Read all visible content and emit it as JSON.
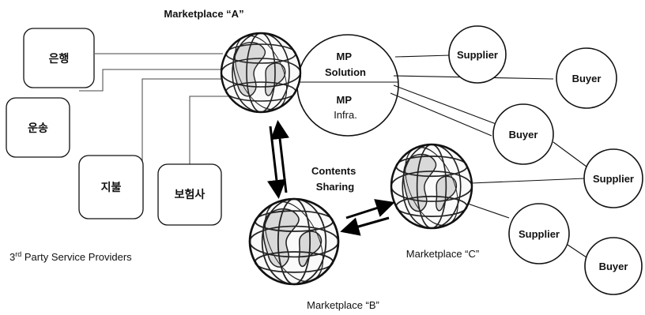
{
  "marketplaces": {
    "a": "Marketplace “A”",
    "b": "Marketplace “B”",
    "c": "Marketplace “C”"
  },
  "mp_solution": [
    "MP",
    "Solution"
  ],
  "mp_infra": [
    "MP",
    "Infra."
  ],
  "contents_sharing": [
    "Contents",
    "Sharing"
  ],
  "service_providers": {
    "bank": "은행",
    "transport": "운송",
    "payment": "지불",
    "insurance": "보험사",
    "caption_prefix": "3",
    "caption_sup": "rd",
    "caption_suffix": " Party Service Providers"
  },
  "participants": {
    "supplier_1": "Supplier",
    "buyer_1": "Buyer",
    "buyer_2": "Buyer",
    "supplier_2": "Supplier",
    "supplier_3": "Supplier",
    "buyer_3": "Buyer"
  }
}
